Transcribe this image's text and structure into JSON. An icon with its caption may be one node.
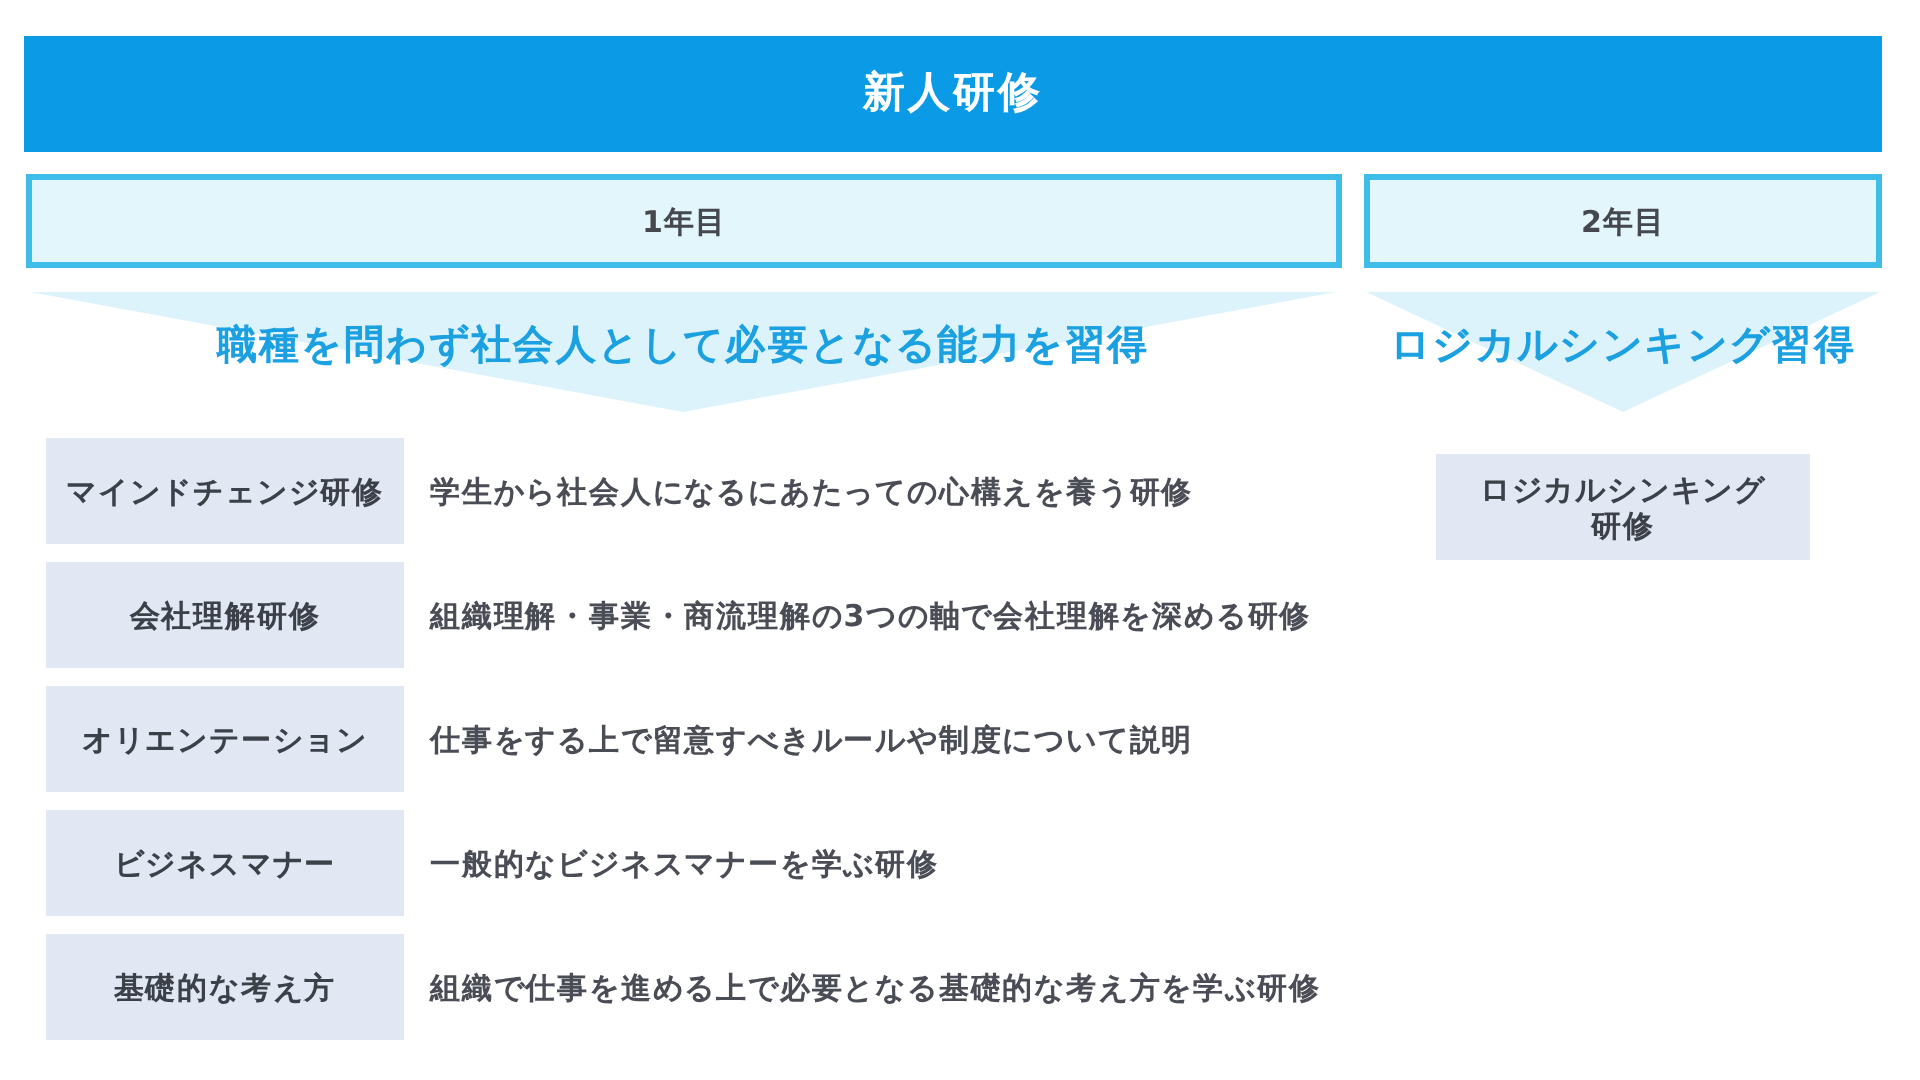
{
  "diagram": {
    "nodes": [
      {
        "text": [
          "新人研修"
        ]
      },
      {
        "text": [
          "1年目"
        ]
      },
      {
        "text": [
          "2年目"
        ]
      },
      {
        "text": [
          "職種を問わず社会人として必要となる能力を習得"
        ]
      },
      {
        "text": [
          "ロジカルシンキング習得"
        ]
      },
      {
        "text": [
          "マインドチェンジ研修"
        ],
        "beside": [
          "学生から社会人になるにあたっての心構えを養う研修"
        ]
      },
      {
        "text": [
          "会社理解研修"
        ],
        "beside": [
          "組織理解・事業・商流理解の3つの軸で会社理解を深める研修"
        ]
      },
      {
        "text": [
          "オリエンテーション"
        ],
        "beside": [
          "仕事をする上で留意すべきルールや制度について説明"
        ]
      },
      {
        "text": [
          "ビジネスマナー"
        ],
        "beside": [
          "一般的なビジネスマナーを学ぶ研修"
        ]
      },
      {
        "text": [
          "基礎的な考え方"
        ],
        "beside": [
          "組織で仕事を進める上で必要となる基礎的な考え方を学ぶ研修"
        ]
      },
      {
        "text": [
          "ロジカルシンキング研修"
        ]
      }
    ]
  }
}
